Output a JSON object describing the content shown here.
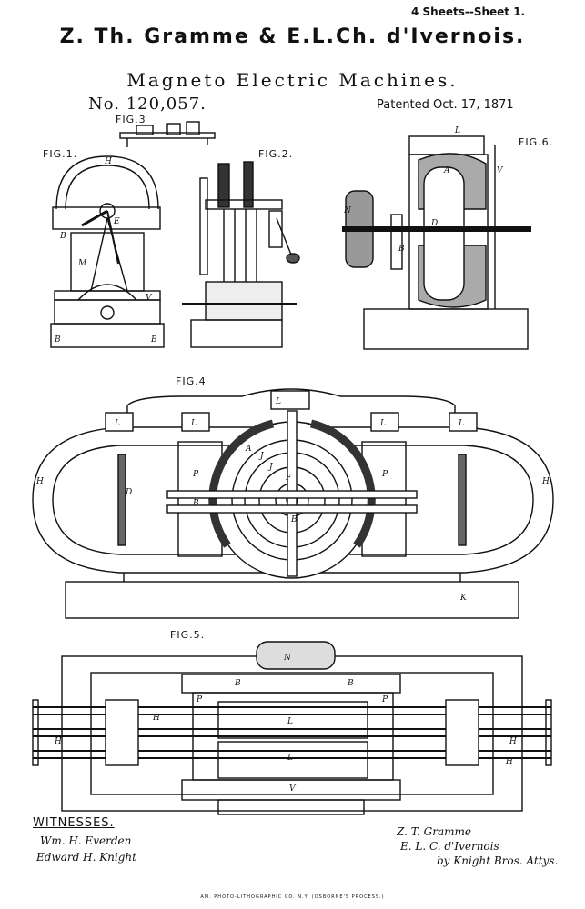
{
  "header": {
    "sheet": "4 Sheets--Sheet 1.",
    "inventors": "Z. Th. Gramme & E.L.Ch. d'Ivernois.",
    "title": "Magneto Electric Machines.",
    "patent_number": "No. 120,057.",
    "patent_date": "Patented Oct. 17, 1871"
  },
  "figures": {
    "fig1": "FIG.1.",
    "fig2": "FIG.2.",
    "fig3": "FIG.3",
    "fig4": "FIG.4",
    "fig5": "FIG.5.",
    "fig6": "FIG.6."
  },
  "labels": {
    "fig1": [
      "H",
      "E",
      "B",
      "M",
      "V",
      "B",
      "B"
    ],
    "fig4": [
      "L",
      "L",
      "L",
      "L",
      "L",
      "A",
      "J",
      "J",
      "F",
      "P",
      "P",
      "B",
      "B",
      "H",
      "H",
      "D",
      "K"
    ],
    "fig5": [
      "N",
      "B",
      "B",
      "P",
      "P",
      "L",
      "L",
      "H",
      "H",
      "H",
      "H",
      "V"
    ],
    "fig6": [
      "L",
      "A",
      "D",
      "B",
      "N",
      "V"
    ]
  },
  "witnesses": {
    "heading": "WITNESSES.",
    "names": [
      "Wm. H. Everden",
      "Edward H. Knight"
    ]
  },
  "signatures": [
    "Z. T. Gramme",
    "E. L. C. d'Ivernois",
    "by Knight Bros. Attys."
  ],
  "imprint": "AM. PHOTO-LITHOGRAPHIC CO. N.Y. (OSBORNE'S PROCESS.)"
}
